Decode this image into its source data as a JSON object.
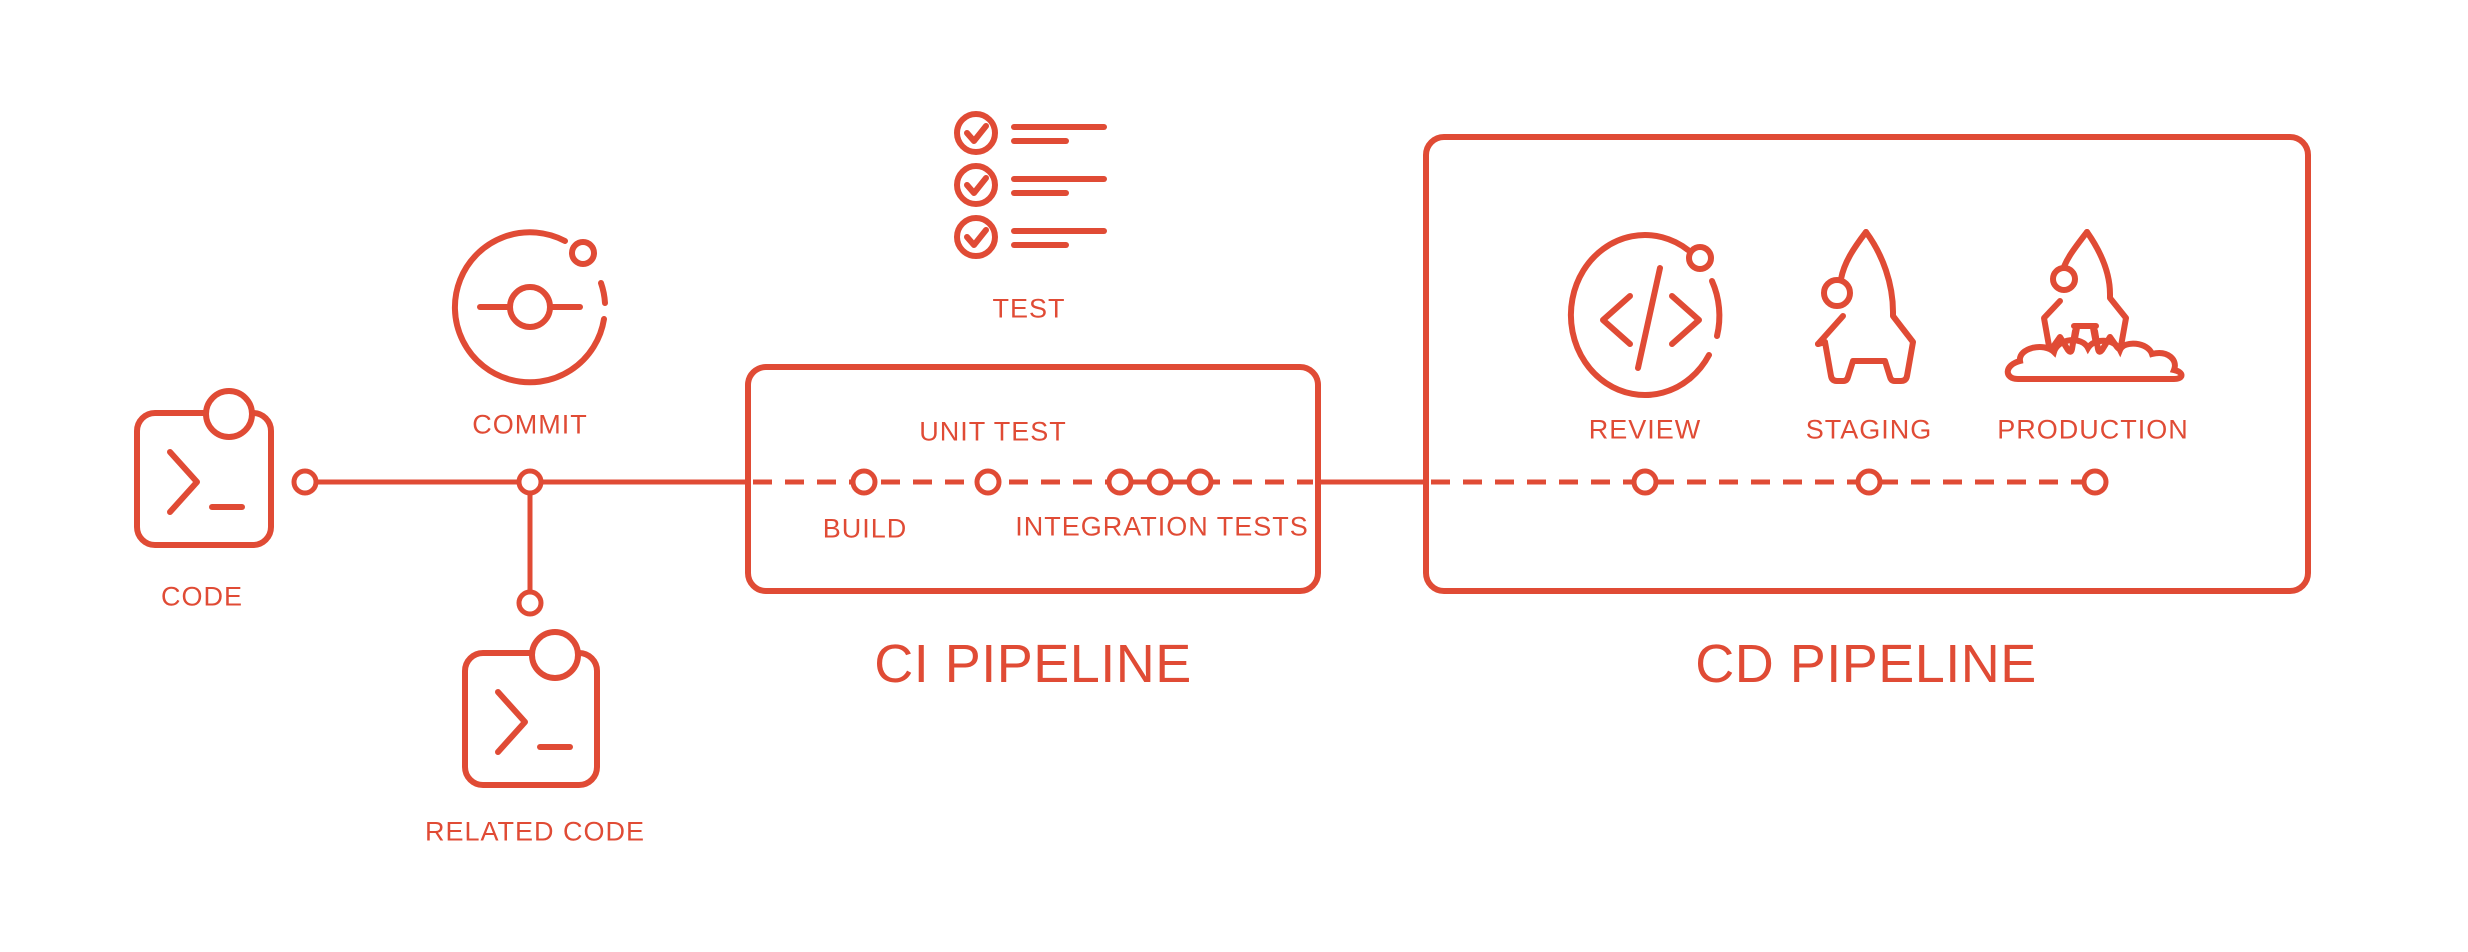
{
  "page": {
    "background": "#FFFFFF",
    "accent": "#E04B35"
  },
  "pipeline": {
    "source": {
      "code_label": "CODE",
      "commit_label": "COMMIT",
      "related_code_label": "RELATED CODE"
    },
    "test_label": "TEST",
    "ci": {
      "title": "CI PIPELINE",
      "build_label": "BUILD",
      "unit_test_label": "UNIT TEST",
      "integration_tests_label": "INTEGRATION TESTS"
    },
    "cd": {
      "title": "CD PIPELINE",
      "review_label": "REVIEW",
      "staging_label": "STAGING",
      "production_label": "PRODUCTION"
    }
  },
  "icons": {
    "code": "terminal-window-icon",
    "related_code": "terminal-window-icon",
    "commit": "commit-orbit-icon",
    "test": "checklist-icon",
    "review": "code-review-orbit-icon",
    "staging": "rocket-icon",
    "production": "rocket-launch-icon"
  }
}
